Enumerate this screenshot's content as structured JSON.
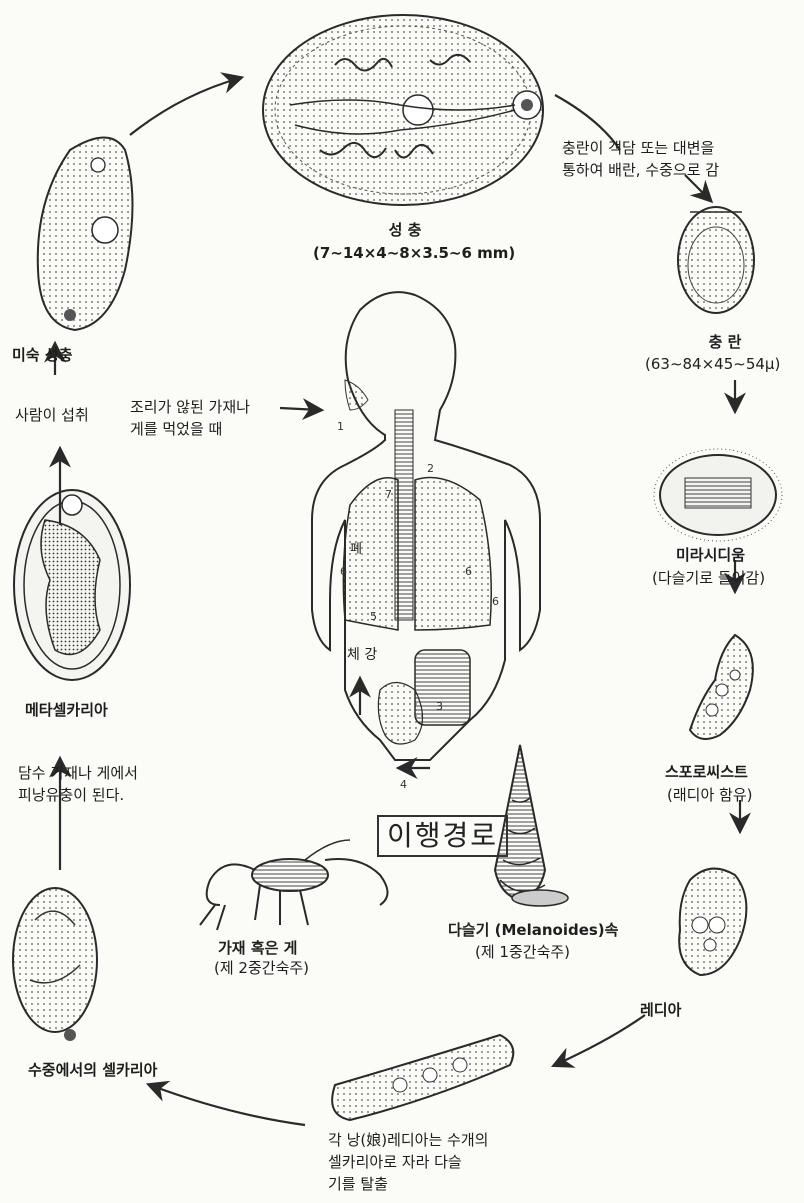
{
  "stages": {
    "adult": {
      "name": "성 충",
      "size": "(7∼14×4∼8×3.5∼6 mm)"
    },
    "egg_release": {
      "line1": "충란이 객담 또는 대변을",
      "line2": "통하여 배란, 수중으로 감"
    },
    "egg": {
      "name": "충 란",
      "size": "(63∼84×45∼54μ)"
    },
    "miracidium": {
      "name": "미라시디움",
      "note": "(다슬기로 들어감)"
    },
    "sporocyst": {
      "name": "스포로씨스트",
      "note": "(래디아 함유)"
    },
    "redia": {
      "name": "레디아"
    },
    "daughter_redia": {
      "line1": "각 낭(娘)레디아는 수개의",
      "line2": "셀카리아로 자라 다슬",
      "line3": "기를 탈출"
    },
    "cercaria": {
      "name": "수중에서의 셀카리아"
    },
    "crayfish": {
      "name": "가재 혹은 게",
      "host": "(제 2중간숙주)"
    },
    "snail": {
      "name": "다슬기 (Melanoides)속",
      "host": "(제 1중간숙주)"
    },
    "metacercaria_note": {
      "line1": "담수 가재나 게에서",
      "line2": "피낭유충이 된다."
    },
    "metacercaria": {
      "name": "메타셀카리아"
    },
    "ingestion": {
      "text": "사람이 섭취"
    },
    "immature": {
      "name": "미숙 성충"
    },
    "eating_note": {
      "line1": "조리가 않된 가재나",
      "line2": "게를 먹었을 때"
    },
    "migration_title": "이행경로",
    "body_labels": {
      "lung": "폐",
      "body_cavity": "체 강"
    },
    "route_numbers": [
      "1",
      "2",
      "3",
      "4",
      "5",
      "6",
      "6",
      "6",
      "7"
    ]
  },
  "colors": {
    "ink": "#2a2a2a",
    "paper": "#fbfbf8",
    "shade": "#8a8a8a"
  }
}
